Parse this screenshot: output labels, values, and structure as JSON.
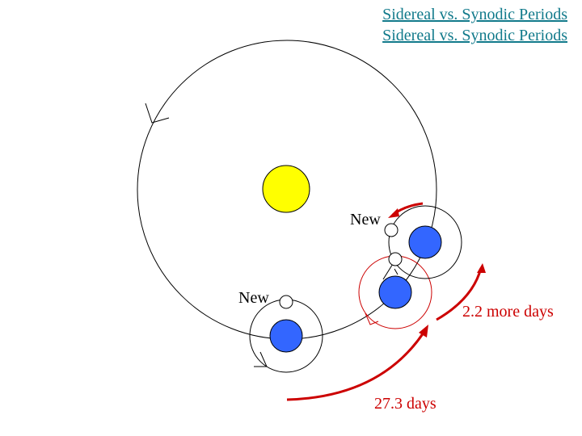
{
  "title": {
    "line1": "Sidereal vs. Synodic Periods",
    "line2": "Sidereal vs. Synodic Periods"
  },
  "labels": {
    "new_upper": "New",
    "new_lower": "New",
    "synodic_extra": "2.2 more days",
    "sidereal": "27.3 days"
  },
  "colors": {
    "sun": "#ffff00",
    "earth": "#3366ff",
    "moon": "#ffffff",
    "orbit": "#000000",
    "highlight": "#cc0000",
    "title": "#117a8b"
  }
}
